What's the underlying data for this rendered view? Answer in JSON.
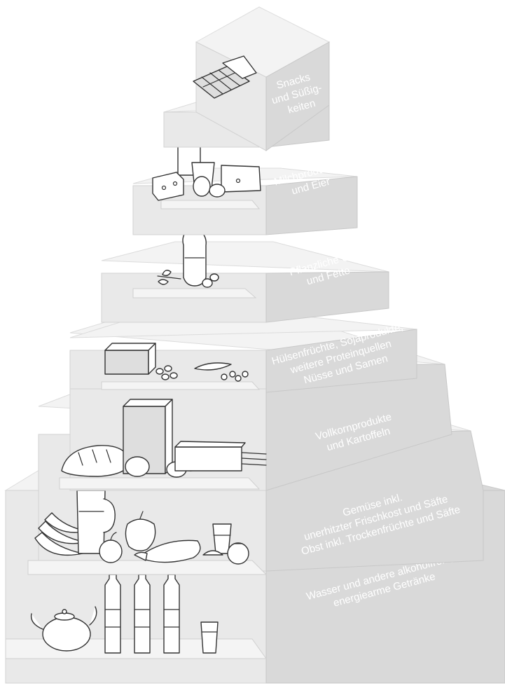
{
  "pyramid": {
    "tiers": [
      {
        "lines": [
          "Snacks",
          "und Süßig-",
          "keiten"
        ]
      },
      {
        "lines": [
          "Milchprodukte",
          "und Eier"
        ]
      },
      {
        "lines": [
          "Pflanzliche Öle",
          "und Fette"
        ]
      },
      {
        "lines": [
          "Hülsenfrüchte, Sojaprodukte,",
          "weitere Proteinquellen",
          "Nüsse und Samen"
        ]
      },
      {
        "lines": [
          "Vollkornprodukte",
          "und Kartoffeln"
        ]
      },
      {
        "lines": [
          "Gemüse inkl.",
          "unerhitzter Frischkost und Säfte",
          "Obst inkl. Trockenfrüchte und Säfte"
        ]
      },
      {
        "lines": [
          "Wasser und andere alkoholfreie,",
          "energiearme Getränke"
        ]
      }
    ]
  }
}
